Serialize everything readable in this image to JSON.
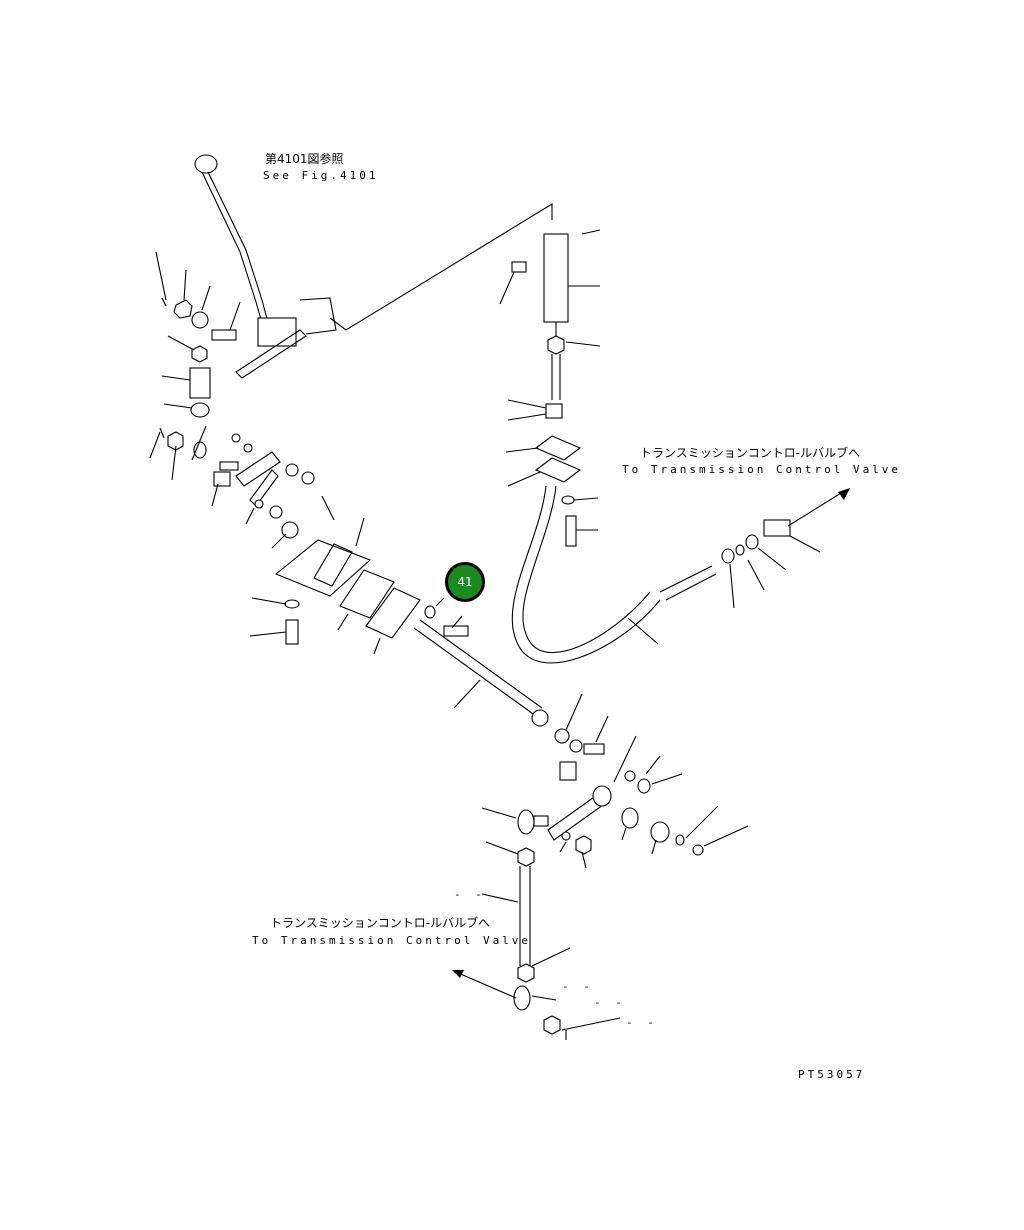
{
  "ref_fig": {
    "jp": "第4101図参照",
    "en": "See Fig.4101"
  },
  "dest_top": {
    "jp": "トランスミッションコントロ-ルバルブへ",
    "en": "To Transmission Control Valve"
  },
  "dest_bottom": {
    "jp": "トランスミッションコントロ-ルバルブへ",
    "en": "To Transmission Control Valve"
  },
  "callout": {
    "number": "41",
    "color": "#1b8a1f"
  },
  "figure_code": "PT53057",
  "dashes": [
    "- -",
    "- -",
    "- -",
    "- -"
  ]
}
